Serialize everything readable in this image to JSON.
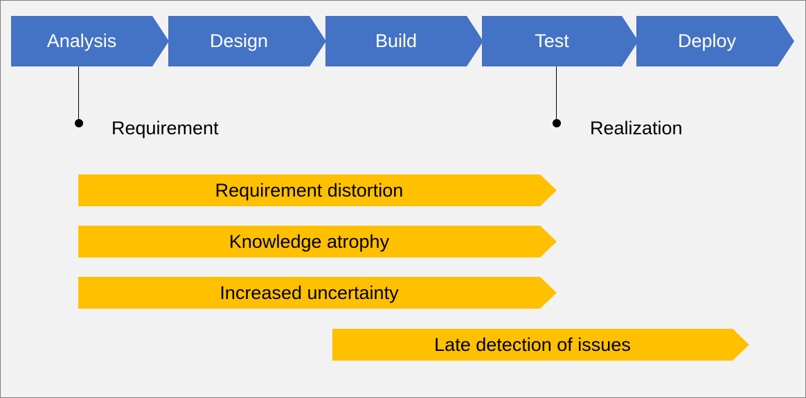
{
  "phases": [
    "Analysis",
    "Design",
    "Build",
    "Test",
    "Deploy"
  ],
  "milestones": {
    "requirement": "Requirement",
    "realization": "Realization"
  },
  "issues": [
    "Requirement distortion",
    "Knowledge atrophy",
    "Increased uncertainty",
    "Late detection of issues"
  ],
  "colors": {
    "phase": "#4472c4",
    "issue": "#ffc000",
    "background": "#f2f2f2"
  }
}
